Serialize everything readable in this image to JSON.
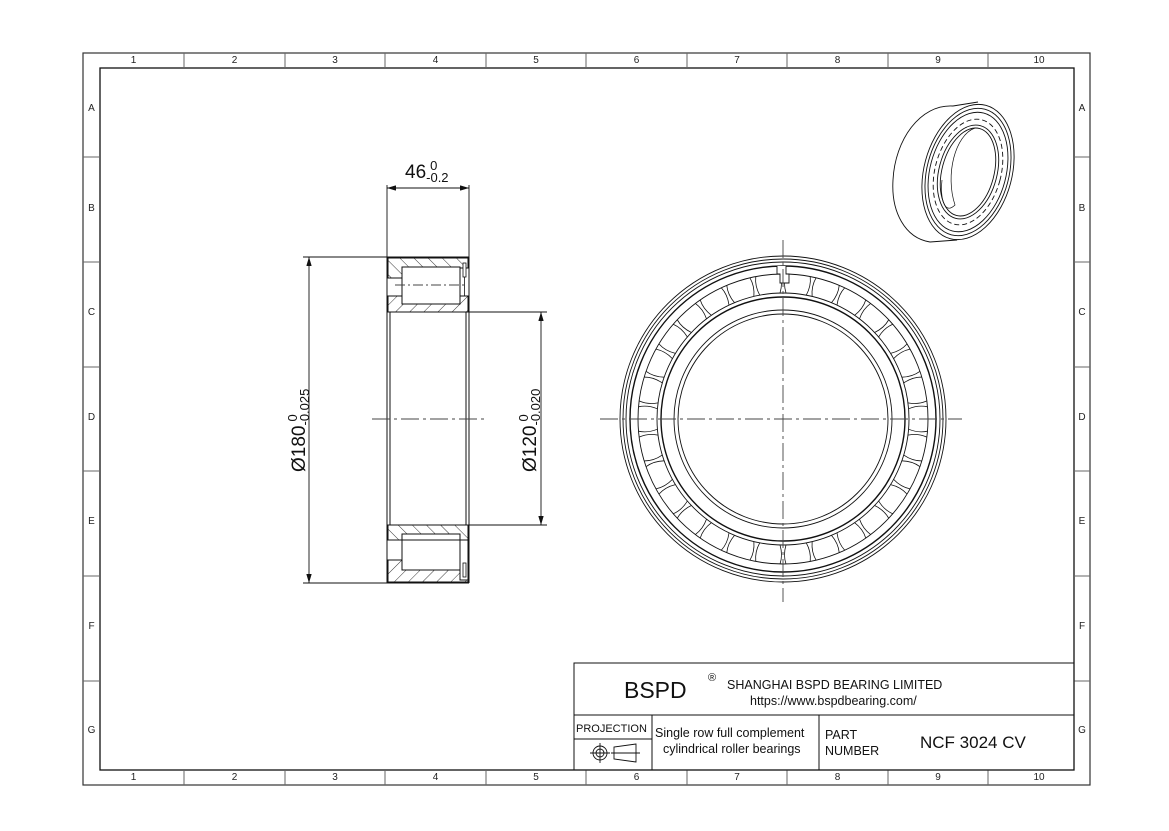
{
  "frame": {
    "columns": [
      "1",
      "2",
      "3",
      "4",
      "5",
      "6",
      "7",
      "8",
      "9",
      "10"
    ],
    "rows": [
      "A",
      "B",
      "C",
      "D",
      "E",
      "F",
      "G"
    ]
  },
  "dimensions": {
    "width": {
      "nominal": "46",
      "upper_tol": "0",
      "lower_tol": "-0.2"
    },
    "outer_diameter": {
      "symbol": "Ø",
      "nominal": "180",
      "upper_tol": "0",
      "lower_tol": "-0.025"
    },
    "bore_diameter": {
      "symbol": "Ø",
      "nominal": "120",
      "upper_tol": "0",
      "lower_tol": "-0.020"
    }
  },
  "title_block": {
    "brand": "BSPD",
    "registered_mark": "®",
    "company": "SHANGHAI BSPD BEARING LIMITED",
    "website": "https://www.bspdbearing.com/",
    "projection_label": "PROJECTION",
    "description_line1": "Single row full complement",
    "description_line2": "cylindrical roller bearings",
    "part_label_line1": "PART",
    "part_label_line2": "NUMBER",
    "part_number": "NCF 3024 CV"
  },
  "colors": {
    "line": "#1a1a1a",
    "frame_gray": "#777777",
    "centerline": "#444444"
  }
}
